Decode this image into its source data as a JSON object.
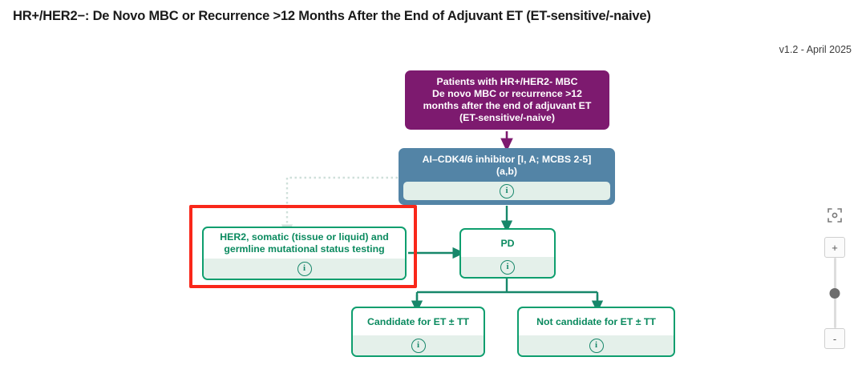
{
  "header": {
    "title": "HR+/HER2−: De Novo MBC or Recurrence >12 Months After the End of Adjuvant ET (ET-sensitive/-naive)",
    "version": "v1.2 - April 2025"
  },
  "colors": {
    "root_purple": "#7d1a6f",
    "treatment_blue": "#5384a6",
    "outcome_green": "#0e9e6e",
    "green_text": "#0b8a5f",
    "info_band": "#e4f0ea",
    "highlight_red": "#f9271a",
    "edge_green": "#17876a",
    "dotted_edge": "#cfe0da"
  },
  "diagram": {
    "nodes": [
      {
        "id": "root",
        "data_name": "node-patients-root",
        "label": "Patients with HR+/HER2- MBC\nDe novo MBC or recurrence >12\nmonths after the end of adjuvant ET\n(ET-sensitive/-naive)",
        "kind": "root",
        "has_info": false
      },
      {
        "id": "treatment",
        "data_name": "node-ai-cdk46-inhibitor",
        "label": "AI–CDK4/6 inhibitor [I, A; MCBS 2-5]\n(a,b)",
        "kind": "treatment",
        "has_info": true
      },
      {
        "id": "her2-testing",
        "data_name": "node-her2-mutational-testing",
        "label": "HER2, somatic (tissue or liquid) and\ngermline mutational status testing",
        "kind": "green",
        "has_info": true,
        "highlighted": true
      },
      {
        "id": "pd",
        "data_name": "node-progressive-disease",
        "label": "PD",
        "kind": "green",
        "has_info": true
      },
      {
        "id": "candidate",
        "data_name": "node-candidate-et-tt",
        "label": "Candidate for ET ± TT",
        "kind": "green",
        "has_info": true
      },
      {
        "id": "not-candidate",
        "data_name": "node-not-candidate-et-tt",
        "label": "Not candidate for ET ± TT",
        "kind": "green",
        "has_info": true
      }
    ],
    "info_glyph": "i",
    "edges": [
      {
        "from": "root",
        "to": "treatment",
        "style": "solid"
      },
      {
        "from": "treatment",
        "to": "her2-testing",
        "style": "dotted"
      },
      {
        "from": "treatment",
        "to": "pd",
        "style": "solid"
      },
      {
        "from": "her2-testing",
        "to": "pd",
        "style": "solid"
      },
      {
        "from": "pd",
        "to": "candidate",
        "style": "solid"
      },
      {
        "from": "pd",
        "to": "not-candidate",
        "style": "solid"
      }
    ]
  },
  "zoom_controls": {
    "fit_icon": "fit-to-screen-icon",
    "zoom_in_label": "+",
    "zoom_out_label": "-",
    "slider_value": 50
  }
}
